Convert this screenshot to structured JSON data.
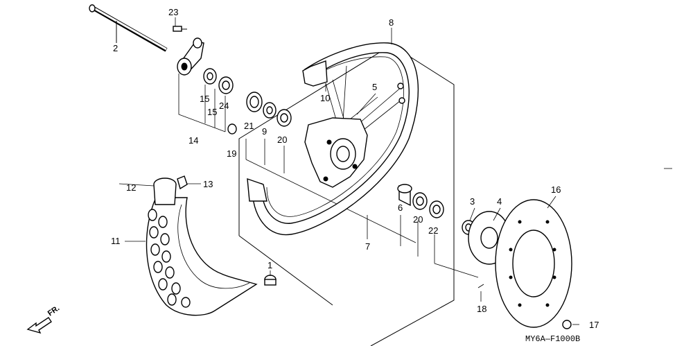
{
  "diagram_code": "MY6A—F1000B",
  "direction_label": "FR.",
  "callouts": [
    {
      "id": "c1",
      "text": "1"
    },
    {
      "id": "c2",
      "text": "2"
    },
    {
      "id": "c3",
      "text": "3"
    },
    {
      "id": "c4",
      "text": "4"
    },
    {
      "id": "c5",
      "text": "5"
    },
    {
      "id": "c6",
      "text": "6"
    },
    {
      "id": "c7",
      "text": "7"
    },
    {
      "id": "c8",
      "text": "8"
    },
    {
      "id": "c9",
      "text": "9"
    },
    {
      "id": "c10",
      "text": "10"
    },
    {
      "id": "c11",
      "text": "11"
    },
    {
      "id": "c12",
      "text": "12"
    },
    {
      "id": "c13",
      "text": "13"
    },
    {
      "id": "c14",
      "text": "14"
    },
    {
      "id": "c15a",
      "text": "15"
    },
    {
      "id": "c15b",
      "text": "15"
    },
    {
      "id": "c16",
      "text": "16"
    },
    {
      "id": "c17",
      "text": "17"
    },
    {
      "id": "c18",
      "text": "18"
    },
    {
      "id": "c19",
      "text": "19"
    },
    {
      "id": "c20a",
      "text": "20"
    },
    {
      "id": "c20b",
      "text": "20"
    },
    {
      "id": "c21",
      "text": "21"
    },
    {
      "id": "c22",
      "text": "22"
    },
    {
      "id": "c23",
      "text": "23"
    },
    {
      "id": "c24",
      "text": "24"
    }
  ]
}
